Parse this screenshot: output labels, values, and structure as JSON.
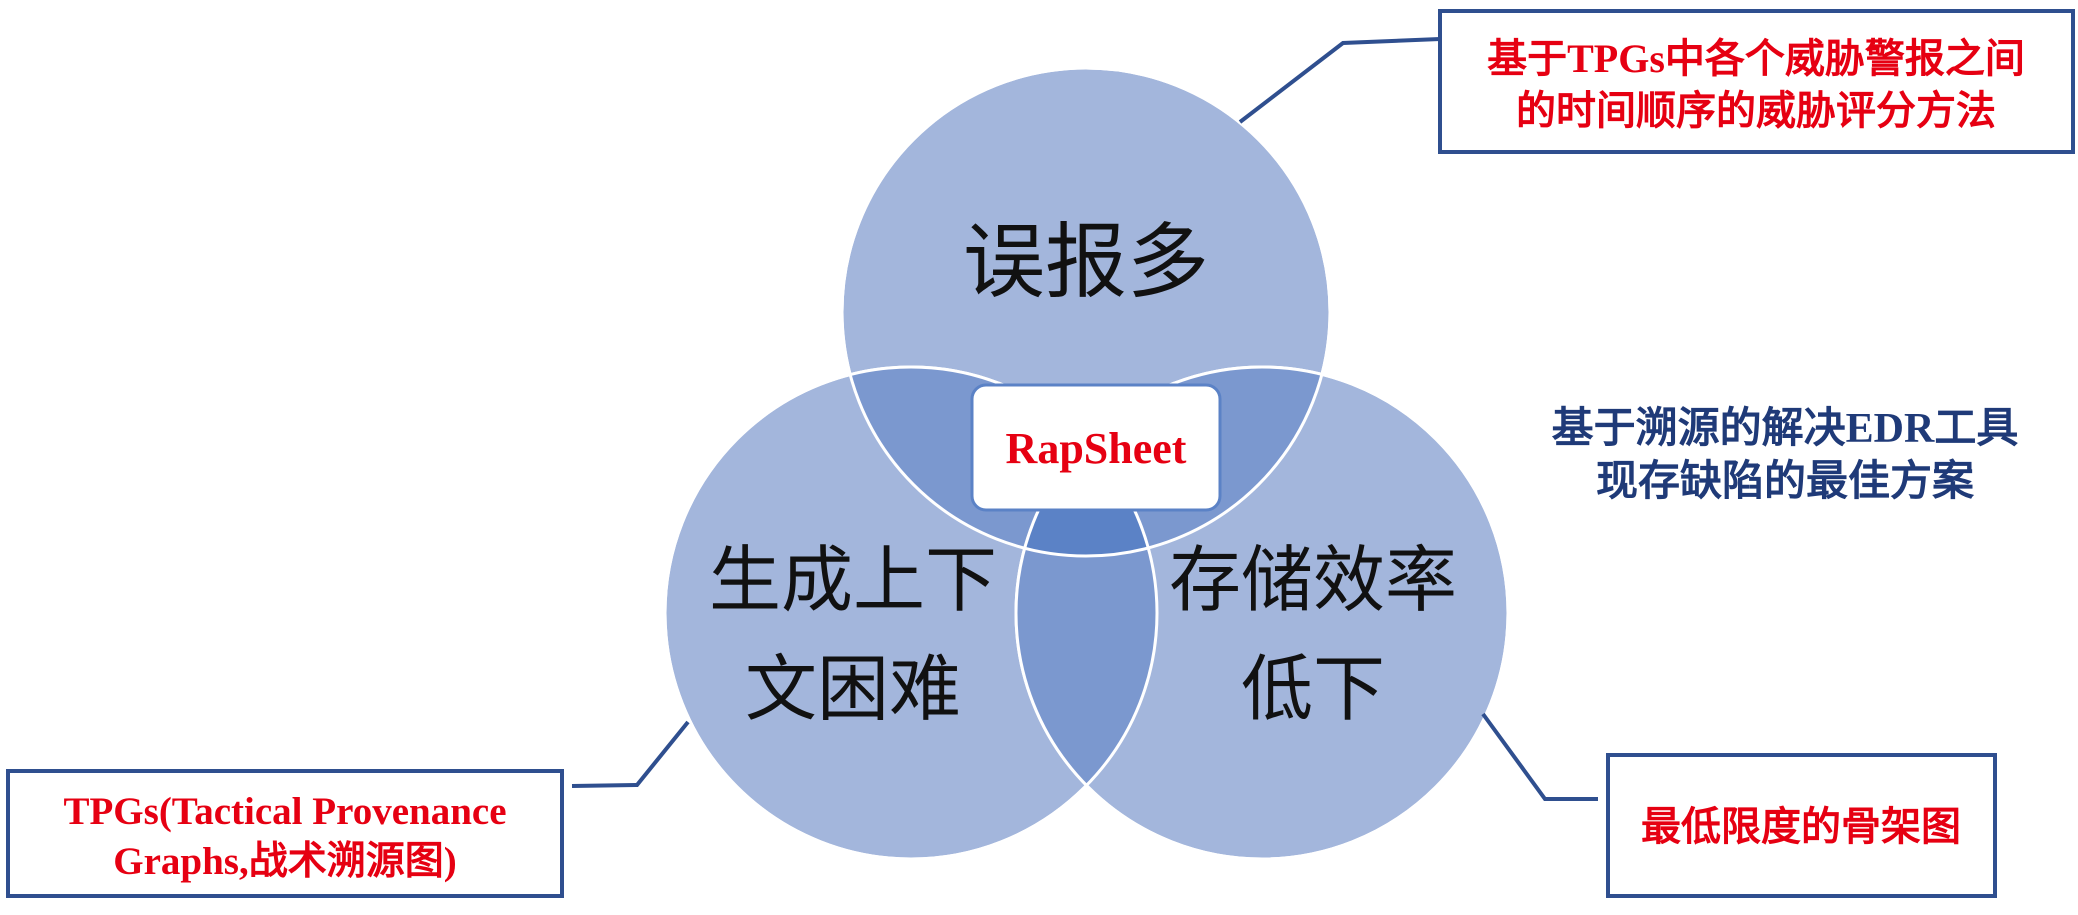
{
  "venn": {
    "top": [
      "误报多"
    ],
    "left": [
      "生成上下",
      "文困难"
    ],
    "right": [
      "存储效率",
      "低下"
    ],
    "center": "RapSheet"
  },
  "callouts": {
    "top_right": [
      "基于TPGs中各个威胁警报之间",
      "的时间顺序的威胁评分方法"
    ],
    "bottom_left": [
      "TPGs(Tactical Provenance",
      "Graphs,战术溯源图)"
    ],
    "bottom_right": [
      "最低限度的骨架图"
    ]
  },
  "conclusion": [
    "基于溯源的解决EDR工具",
    "现存缺陷的最佳方案"
  ],
  "colors": {
    "circle_fill": "#a3b6dc",
    "overlap_fill": "#7b98cf",
    "center_fill": "#5b82c6",
    "line": "#2f4f8f",
    "red": "#e60012",
    "navy": "#1f3a78"
  }
}
